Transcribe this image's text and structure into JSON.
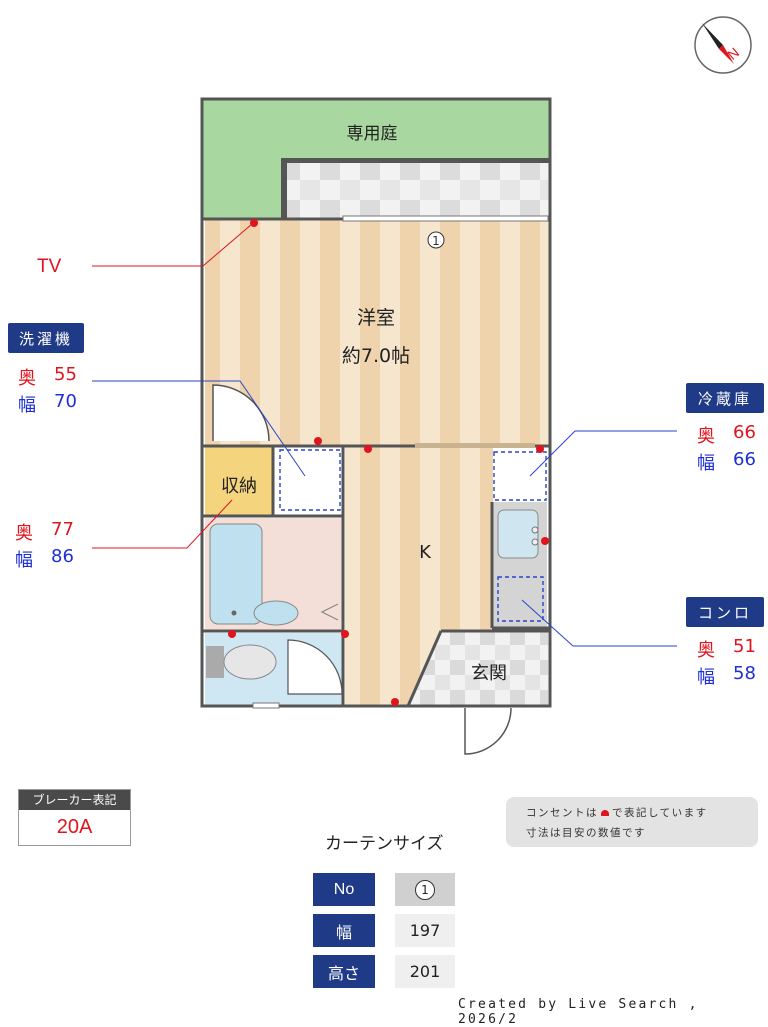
{
  "compass": {
    "label": "N"
  },
  "rooms": {
    "garden": "専用庭",
    "western": "洋室",
    "western_size": "約7.0帖",
    "storage": "収納",
    "kitchen": "K",
    "entrance": "玄関",
    "curtain_marker": "1"
  },
  "tv": {
    "label": "TV"
  },
  "washer": {
    "title": "洗濯機",
    "depth_label": "奥",
    "depth": "55",
    "width_label": "幅",
    "width": "70"
  },
  "bath_dims": {
    "depth_label": "奥",
    "depth": "77",
    "width_label": "幅",
    "width": "86"
  },
  "fridge": {
    "title": "冷蔵庫",
    "depth_label": "奥",
    "depth": "66",
    "width_label": "幅",
    "width": "66"
  },
  "stove": {
    "title": "コンロ",
    "depth_label": "奥",
    "depth": "51",
    "width_label": "幅",
    "width": "58"
  },
  "breaker": {
    "title": "ブレーカー表記",
    "value": "20A"
  },
  "note": {
    "line1": "コンセントは",
    "line1b": "で表記しています",
    "line2": "寸法は目安の数値です"
  },
  "curtain": {
    "title": "カーテンサイズ",
    "rows": [
      {
        "label": "No",
        "value": "1"
      },
      {
        "label": "幅",
        "value": "197"
      },
      {
        "label": "高さ",
        "value": "201"
      }
    ]
  },
  "credit": "Created by Live Search , 2026/2",
  "colors": {
    "navy": "#1f3a86",
    "red": "#e0141e",
    "blue": "#1d2fd6",
    "garden": "#a8d8a0",
    "floor": "#f3dfc1"
  }
}
